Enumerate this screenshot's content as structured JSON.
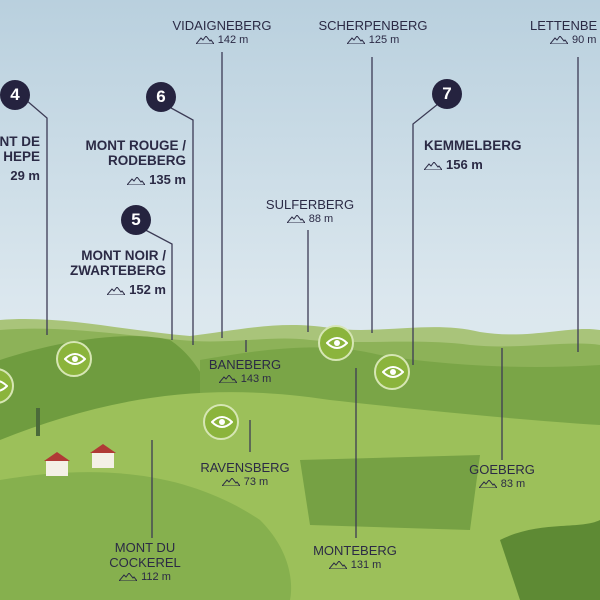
{
  "colors": {
    "badge": "#25233f",
    "eye": "#8bb43c",
    "text": "#2b2a45"
  },
  "hills": {
    "h4": {
      "badge": "4",
      "name1": "NT DE",
      "name2": "HEPE",
      "alt": "29 m"
    },
    "h6": {
      "badge": "6",
      "name1": "MONT ROUGE /",
      "name2": "RODEBERG",
      "alt": "135 m"
    },
    "h5": {
      "badge": "5",
      "name1": "MONT NOIR /",
      "name2": "ZWARTEBERG",
      "alt": "152 m"
    },
    "h7": {
      "badge": "7",
      "name1": "KEMMELBERG",
      "alt": "156 m"
    },
    "vidaigneberg": {
      "name": "VIDAIGNEBERG",
      "alt": "142 m"
    },
    "scherpenberg": {
      "name": "SCHERPENBERG",
      "alt": "125 m"
    },
    "lettenberg": {
      "name": "LETTENBE",
      "alt": "90 m"
    },
    "sulferberg": {
      "name": "SULFERBERG",
      "alt": "88 m"
    },
    "baneberg": {
      "name": "BANEBERG",
      "alt": "143 m"
    },
    "ravensberg": {
      "name": "RAVENSBERG",
      "alt": "73 m"
    },
    "goeberg": {
      "name": "GOEBERG",
      "alt": "83 m"
    },
    "monteberg": {
      "name": "MONTEBERG",
      "alt": "131 m"
    },
    "cockerel": {
      "name1": "MONT DU",
      "name2": "COCKEREL",
      "alt": "112 m"
    }
  },
  "icons": {
    "mountain": "mountain-icon",
    "viewpoint": "eye-icon"
  }
}
